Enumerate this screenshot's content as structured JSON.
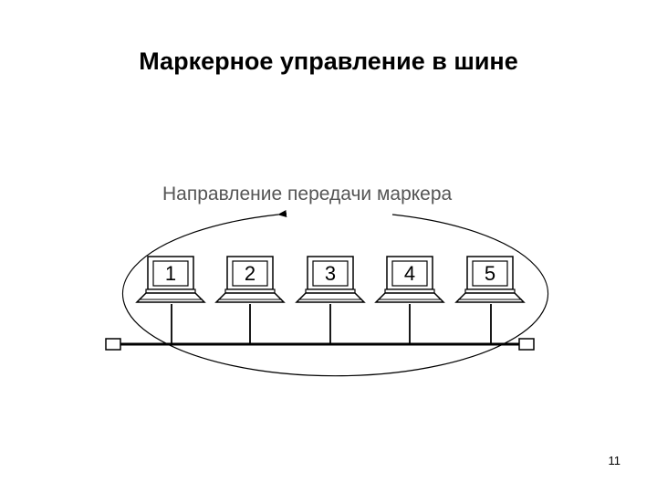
{
  "slide": {
    "title": "Маркерное управление в шине",
    "page_number": "11"
  },
  "diagram": {
    "caption": "Направление передачи маркера",
    "stations": [
      {
        "label": "1"
      },
      {
        "label": "2"
      },
      {
        "label": "3"
      },
      {
        "label": "4"
      },
      {
        "label": "5"
      }
    ]
  }
}
